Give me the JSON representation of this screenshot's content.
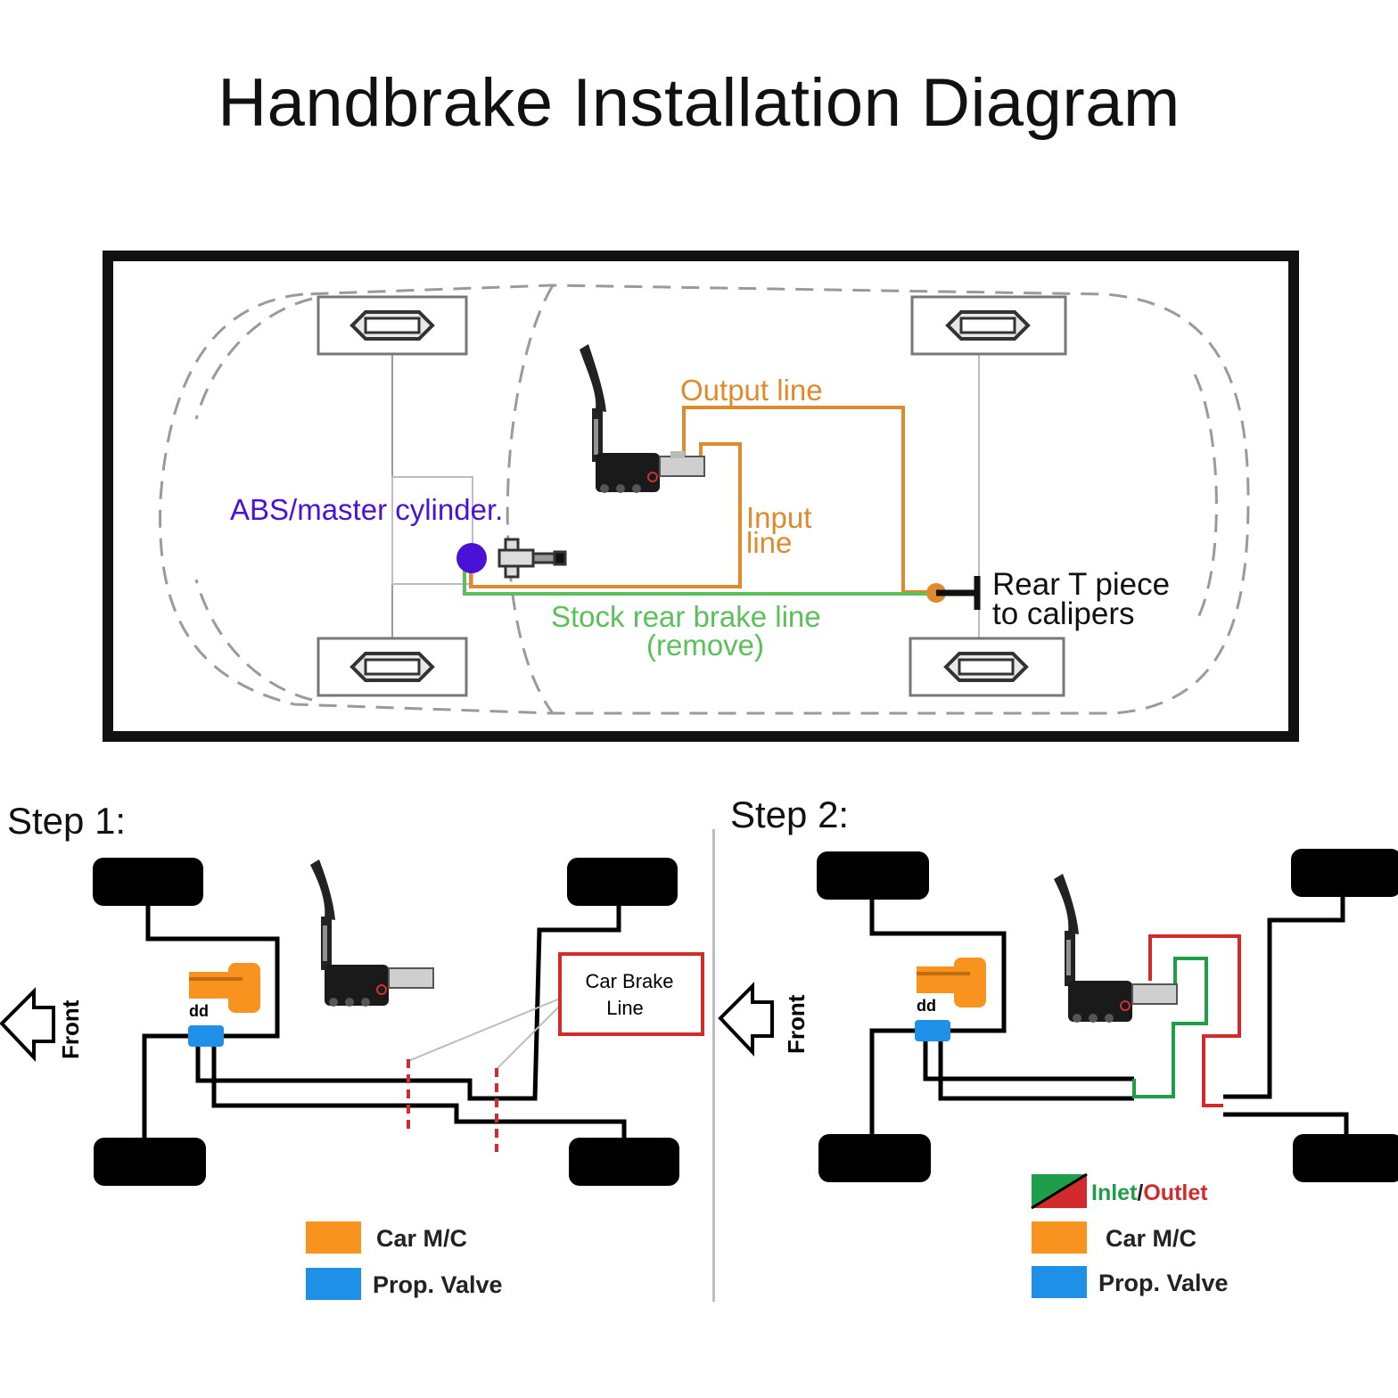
{
  "title": "Handbrake Installation Diagram",
  "overview": {
    "labels": {
      "abs": "ABS/master cylinder.",
      "output": "Output line",
      "input_1": "Input",
      "input_2": "line",
      "stock_1": "Stock rear brake line",
      "stock_2": "(remove)",
      "rear_1": "Rear T piece",
      "rear_2": "to calipers"
    },
    "colors": {
      "orange": "#e08a2e",
      "green": "#5cc05a",
      "purple": "#4a12d6",
      "frame": "#111111"
    }
  },
  "step1": {
    "label": "Step 1:",
    "front": "Front",
    "callout_1": "Car Brake",
    "callout_2": "Line",
    "legend": [
      {
        "label": "Car M/C",
        "color": "#f7931e"
      },
      {
        "label": "Prop. Valve",
        "color": "#1e90e8"
      }
    ]
  },
  "step2": {
    "label": "Step 2:",
    "front": "Front",
    "legend_inlet": "Inlet",
    "legend_sep": "/",
    "legend_outlet": "Outlet",
    "legend": [
      {
        "label": "Car M/C",
        "color": "#f7931e"
      },
      {
        "label": "Prop. Valve",
        "color": "#1e90e8"
      }
    ],
    "colors": {
      "inlet": "#1f9e4a",
      "outlet": "#d22b2b"
    }
  }
}
